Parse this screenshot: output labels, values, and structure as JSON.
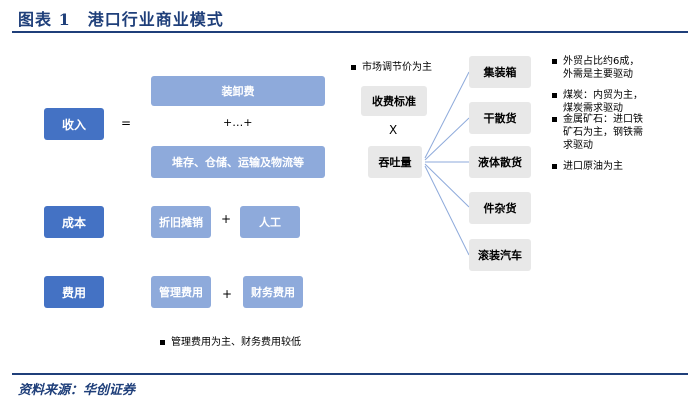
{
  "title": "图表 1　港口行业商业模式",
  "source": "资料来源：华创证券",
  "left_labels": {
    "revenue": "收入",
    "cost": "成本",
    "expense": "费用"
  },
  "equals_sign": "=",
  "revenue_items": {
    "handling": "装卸费",
    "plus_dots": "+…+",
    "storage": "堆存、仓储、运输及物流等"
  },
  "cost_items": {
    "depreciation": "折旧摊销",
    "plus": "+",
    "labor": "人工"
  },
  "expense_items": {
    "management": "管理费用",
    "plus": "+",
    "finance": "财务费用"
  },
  "expense_note": "管理费用为主、财务费用较低",
  "market_note": "市场调节价为主",
  "fee_standard": "收费标准",
  "times_sign": "X",
  "throughput": "吞吐量",
  "cargo_types": [
    "集装箱",
    "干散货",
    "液体散货",
    "件杂货",
    "滚装汽车"
  ],
  "cargo_notes": [
    "外贸占比约6成，\n外需是主要驱动",
    "煤炭：内贸为主，\n煤炭需求驱动",
    "金属矿石：进口铁\n矿石为主，钢铁需\n求驱动",
    "进口原油为主"
  ],
  "colors": {
    "dark_blue": "#4472c4",
    "light_blue": "#8eaadb",
    "pale_gray": "#e8e8e8",
    "title_blue": "#1f3f7a"
  }
}
